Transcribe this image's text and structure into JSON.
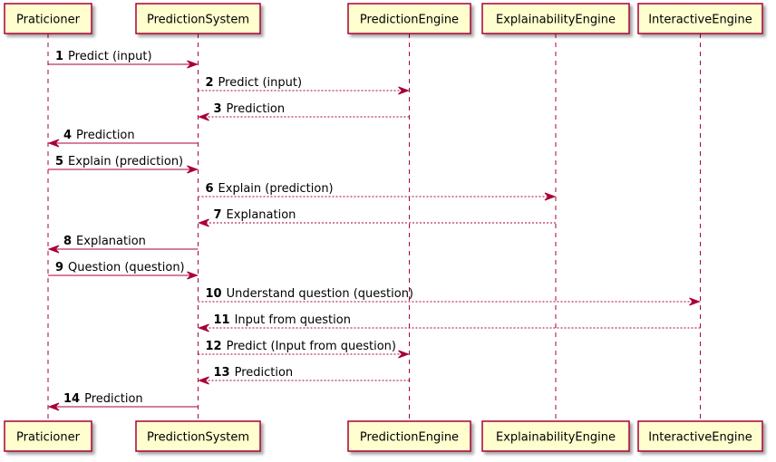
{
  "participants": [
    {
      "id": "p0",
      "name": "Praticioner"
    },
    {
      "id": "p1",
      "name": "PredictionSystem"
    },
    {
      "id": "p2",
      "name": "PredictionEngine"
    },
    {
      "id": "p3",
      "name": "ExplainabilityEngine"
    },
    {
      "id": "p4",
      "name": "InteractiveEngine"
    }
  ],
  "messages": [
    {
      "num": "1",
      "label": "Predict (input)",
      "from": 0,
      "to": 1,
      "style": "solid"
    },
    {
      "num": "2",
      "label": "Predict (input)",
      "from": 1,
      "to": 2,
      "style": "dashed"
    },
    {
      "num": "3",
      "label": "Prediction",
      "from": 2,
      "to": 1,
      "style": "dashed"
    },
    {
      "num": "4",
      "label": "Prediction",
      "from": 1,
      "to": 0,
      "style": "solid"
    },
    {
      "num": "5",
      "label": "Explain (prediction)",
      "from": 0,
      "to": 1,
      "style": "solid"
    },
    {
      "num": "6",
      "label": "Explain (prediction)",
      "from": 1,
      "to": 3,
      "style": "dashed"
    },
    {
      "num": "7",
      "label": "Explanation",
      "from": 3,
      "to": 1,
      "style": "dashed"
    },
    {
      "num": "8",
      "label": "Explanation",
      "from": 1,
      "to": 0,
      "style": "solid"
    },
    {
      "num": "9",
      "label": "Question (question)",
      "from": 0,
      "to": 1,
      "style": "solid"
    },
    {
      "num": "10",
      "label": "Understand question (question)",
      "from": 1,
      "to": 4,
      "style": "dashed"
    },
    {
      "num": "11",
      "label": "Input from question",
      "from": 4,
      "to": 1,
      "style": "dashed"
    },
    {
      "num": "12",
      "label": "Predict (Input from question)",
      "from": 1,
      "to": 2,
      "style": "dashed"
    },
    {
      "num": "13",
      "label": "Prediction",
      "from": 2,
      "to": 1,
      "style": "dashed"
    },
    {
      "num": "14",
      "label": "Prediction",
      "from": 1,
      "to": 0,
      "style": "solid"
    }
  ]
}
